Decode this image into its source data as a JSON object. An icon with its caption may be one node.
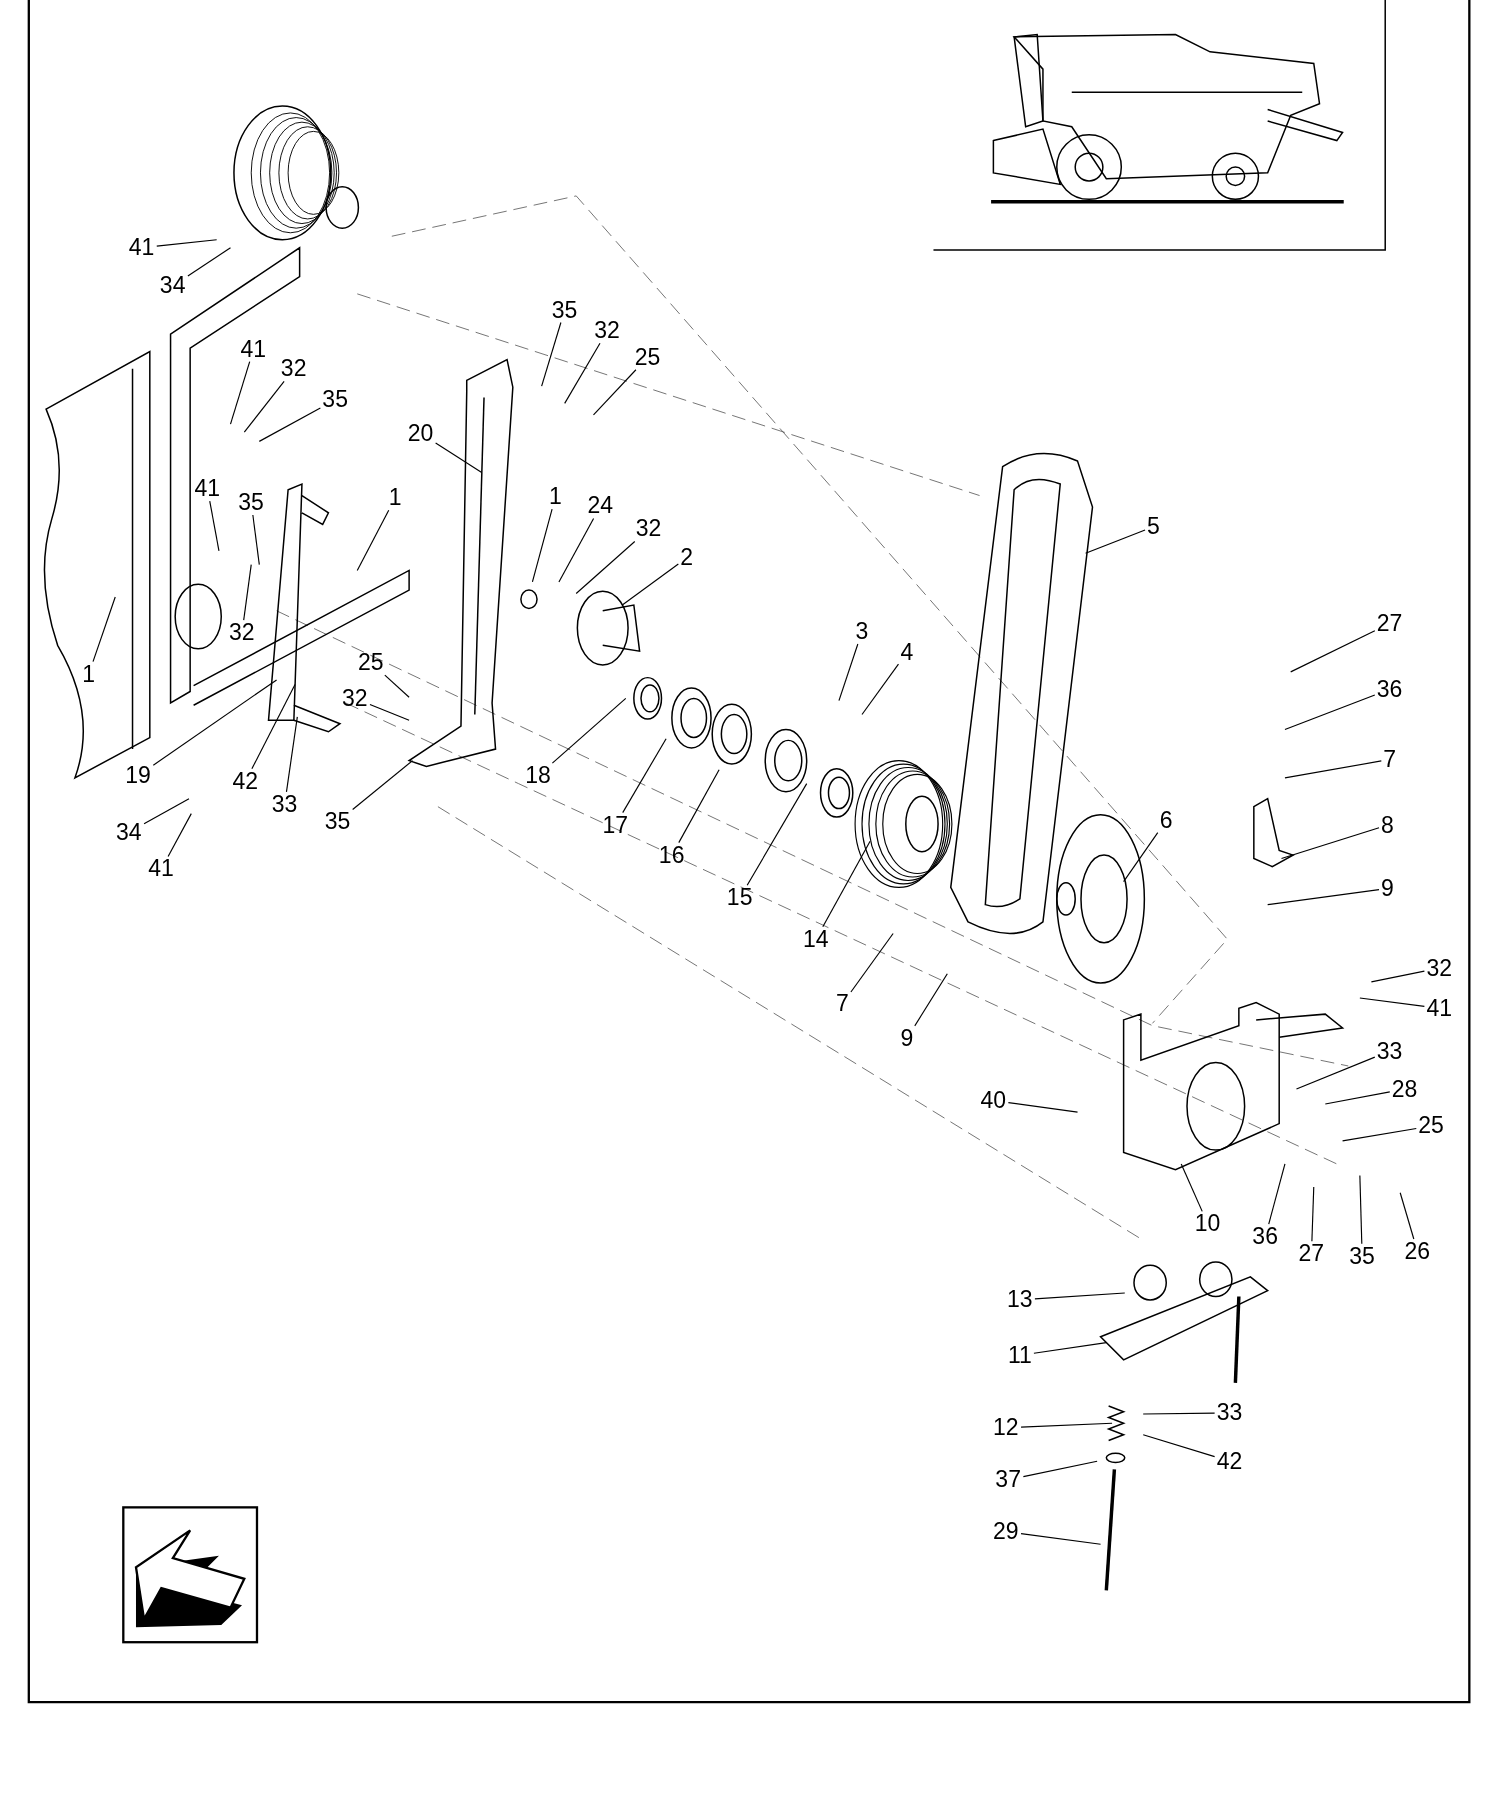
{
  "diagram": {
    "nodes": [
      {
        "text": [
          "41"
        ]
      },
      {
        "text": [
          "34"
        ]
      },
      {
        "text": [
          "41"
        ]
      },
      {
        "text": [
          "32"
        ]
      },
      {
        "text": [
          "35"
        ]
      },
      {
        "text": [
          "41"
        ]
      },
      {
        "text": [
          "35"
        ]
      },
      {
        "text": [
          "1"
        ]
      },
      {
        "text": [
          "1"
        ]
      },
      {
        "text": [
          "32"
        ]
      },
      {
        "text": [
          "25"
        ]
      },
      {
        "text": [
          "32"
        ]
      },
      {
        "text": [
          "19"
        ]
      },
      {
        "text": [
          "42"
        ]
      },
      {
        "text": [
          "33"
        ]
      },
      {
        "text": [
          "35"
        ]
      },
      {
        "text": [
          "34"
        ]
      },
      {
        "text": [
          "41"
        ]
      },
      {
        "text": [
          "35"
        ]
      },
      {
        "text": [
          "32"
        ]
      },
      {
        "text": [
          "25"
        ]
      },
      {
        "text": [
          "20"
        ]
      },
      {
        "text": [
          "1"
        ]
      },
      {
        "text": [
          "24"
        ]
      },
      {
        "text": [
          "32"
        ]
      },
      {
        "text": [
          "2"
        ]
      },
      {
        "text": [
          "18"
        ]
      },
      {
        "text": [
          "17"
        ]
      },
      {
        "text": [
          "16"
        ]
      },
      {
        "text": [
          "15"
        ]
      },
      {
        "text": [
          "3"
        ]
      },
      {
        "text": [
          "4"
        ]
      },
      {
        "text": [
          "14"
        ]
      },
      {
        "text": [
          "5"
        ]
      },
      {
        "text": [
          "6"
        ]
      },
      {
        "text": [
          "7"
        ]
      },
      {
        "text": [
          "9"
        ]
      },
      {
        "text": [
          "27"
        ]
      },
      {
        "text": [
          "36"
        ]
      },
      {
        "text": [
          "7"
        ]
      },
      {
        "text": [
          "8"
        ]
      },
      {
        "text": [
          "9"
        ]
      },
      {
        "text": [
          "32"
        ]
      },
      {
        "text": [
          "41"
        ]
      },
      {
        "text": [
          "33"
        ]
      },
      {
        "text": [
          "28"
        ]
      },
      {
        "text": [
          "25"
        ]
      },
      {
        "text": [
          "40"
        ]
      },
      {
        "text": [
          "10"
        ]
      },
      {
        "text": [
          "36"
        ]
      },
      {
        "text": [
          "27"
        ]
      },
      {
        "text": [
          "35"
        ]
      },
      {
        "text": [
          "26"
        ]
      },
      {
        "text": [
          "13"
        ]
      },
      {
        "text": [
          "11"
        ]
      },
      {
        "text": [
          "33"
        ]
      },
      {
        "text": [
          "12"
        ]
      },
      {
        "text": [
          "42"
        ]
      },
      {
        "text": [
          "37"
        ]
      },
      {
        "text": [
          "29"
        ]
      }
    ],
    "edges": [
      {
        "from": 0,
        "to": null,
        "arrow": "none"
      },
      {
        "from": 1,
        "to": null,
        "arrow": "none"
      },
      {
        "from": 2,
        "to": null,
        "arrow": "none"
      },
      {
        "from": 3,
        "to": null,
        "arrow": "none"
      },
      {
        "from": 4,
        "to": null,
        "arrow": "none"
      },
      {
        "from": 5,
        "to": null,
        "arrow": "none"
      },
      {
        "from": 6,
        "to": null,
        "arrow": "none"
      },
      {
        "from": 7,
        "to": null,
        "arrow": "none"
      },
      {
        "from": 8,
        "to": null,
        "arrow": "none"
      },
      {
        "from": 9,
        "to": null,
        "arrow": "none"
      },
      {
        "from": 10,
        "to": null,
        "arrow": "none"
      },
      {
        "from": 11,
        "to": null,
        "arrow": "none"
      },
      {
        "from": 12,
        "to": null,
        "arrow": "none"
      },
      {
        "from": 13,
        "to": null,
        "arrow": "none"
      },
      {
        "from": 14,
        "to": null,
        "arrow": "none"
      },
      {
        "from": 15,
        "to": null,
        "arrow": "none"
      },
      {
        "from": 16,
        "to": null,
        "arrow": "none"
      },
      {
        "from": 17,
        "to": null,
        "arrow": "none"
      },
      {
        "from": 18,
        "to": null,
        "arrow": "none"
      },
      {
        "from": 19,
        "to": null,
        "arrow": "none"
      },
      {
        "from": 20,
        "to": null,
        "arrow": "none"
      },
      {
        "from": 21,
        "to": null,
        "arrow": "none"
      },
      {
        "from": 22,
        "to": null,
        "arrow": "none"
      },
      {
        "from": 23,
        "to": null,
        "arrow": "none"
      },
      {
        "from": 24,
        "to": null,
        "arrow": "none"
      },
      {
        "from": 25,
        "to": null,
        "arrow": "none"
      },
      {
        "from": 26,
        "to": null,
        "arrow": "none"
      },
      {
        "from": 27,
        "to": null,
        "arrow": "none"
      },
      {
        "from": 28,
        "to": null,
        "arrow": "none"
      },
      {
        "from": 29,
        "to": null,
        "arrow": "none"
      },
      {
        "from": 30,
        "to": null,
        "arrow": "none"
      },
      {
        "from": 31,
        "to": null,
        "arrow": "none"
      },
      {
        "from": 32,
        "to": null,
        "arrow": "none"
      },
      {
        "from": 33,
        "to": null,
        "arrow": "none"
      },
      {
        "from": 34,
        "to": null,
        "arrow": "none"
      },
      {
        "from": 35,
        "to": null,
        "arrow": "none"
      },
      {
        "from": 36,
        "to": null,
        "arrow": "none"
      },
      {
        "from": 37,
        "to": null,
        "arrow": "none"
      },
      {
        "from": 38,
        "to": null,
        "arrow": "none"
      },
      {
        "from": 39,
        "to": null,
        "arrow": "none"
      },
      {
        "from": 40,
        "to": null,
        "arrow": "none"
      },
      {
        "from": 41,
        "to": null,
        "arrow": "none"
      },
      {
        "from": 42,
        "to": null,
        "arrow": "none"
      },
      {
        "from": 43,
        "to": null,
        "arrow": "none"
      },
      {
        "from": 44,
        "to": null,
        "arrow": "none"
      },
      {
        "from": 45,
        "to": null,
        "arrow": "none"
      },
      {
        "from": 46,
        "to": null,
        "arrow": "none"
      },
      {
        "from": 47,
        "to": null,
        "arrow": "none"
      },
      {
        "from": 48,
        "to": null,
        "arrow": "none"
      },
      {
        "from": 49,
        "to": null,
        "arrow": "none"
      },
      {
        "from": 50,
        "to": null,
        "arrow": "none"
      },
      {
        "from": 51,
        "to": null,
        "arrow": "none"
      },
      {
        "from": 52,
        "to": null,
        "arrow": "none"
      },
      {
        "from": 53,
        "to": null,
        "arrow": "none"
      },
      {
        "from": 54,
        "to": null,
        "arrow": "none"
      },
      {
        "from": 55,
        "to": null,
        "arrow": "none"
      },
      {
        "from": 56,
        "to": null,
        "arrow": "none"
      },
      {
        "from": 57,
        "to": null,
        "arrow": "none"
      },
      {
        "from": 58,
        "to": null,
        "arrow": "none"
      },
      {
        "from": 59,
        "to": null,
        "arrow": "none"
      }
    ]
  }
}
